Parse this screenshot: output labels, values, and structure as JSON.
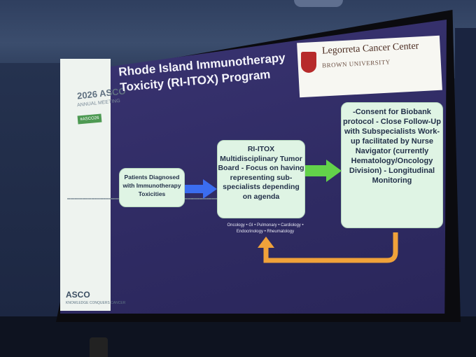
{
  "conference": {
    "year_label": "2026 ASCO",
    "annual": "ANNUAL MEETING",
    "hashtag": "#ASCO26",
    "bottom_logo": "ASCO",
    "bottom_tag": "KNOWLEDGE CONQUERS CANCER"
  },
  "slide": {
    "title": "Rhode Island Immunotherapy Toxicity (RI-ITOX) Program",
    "logo_title": "Legorreta Cancer Center",
    "logo_sub": "BROWN UNIVERSITY",
    "box1": "Patients Diagnosed with Immunotherapy Toxicities",
    "box2": "RI-ITOX Multidisciplinary Tumor Board - Focus on having representing sub-specialists depending on agenda",
    "box3": "-Consent for Biobank protocol - Close Follow-Up with Subspecialists Work-up facilitated by Nurse Navigator (currently Hematology/Oncology Division) - Longitudinal Monitoring",
    "specialties": "Oncology • GI • Pulmonary • Cardiology • Endocrinology • Rheumatology"
  },
  "colors": {
    "arrow_blue": "#3b6df0",
    "arrow_green": "#63d24a",
    "arrow_orange": "#f0a23a"
  }
}
